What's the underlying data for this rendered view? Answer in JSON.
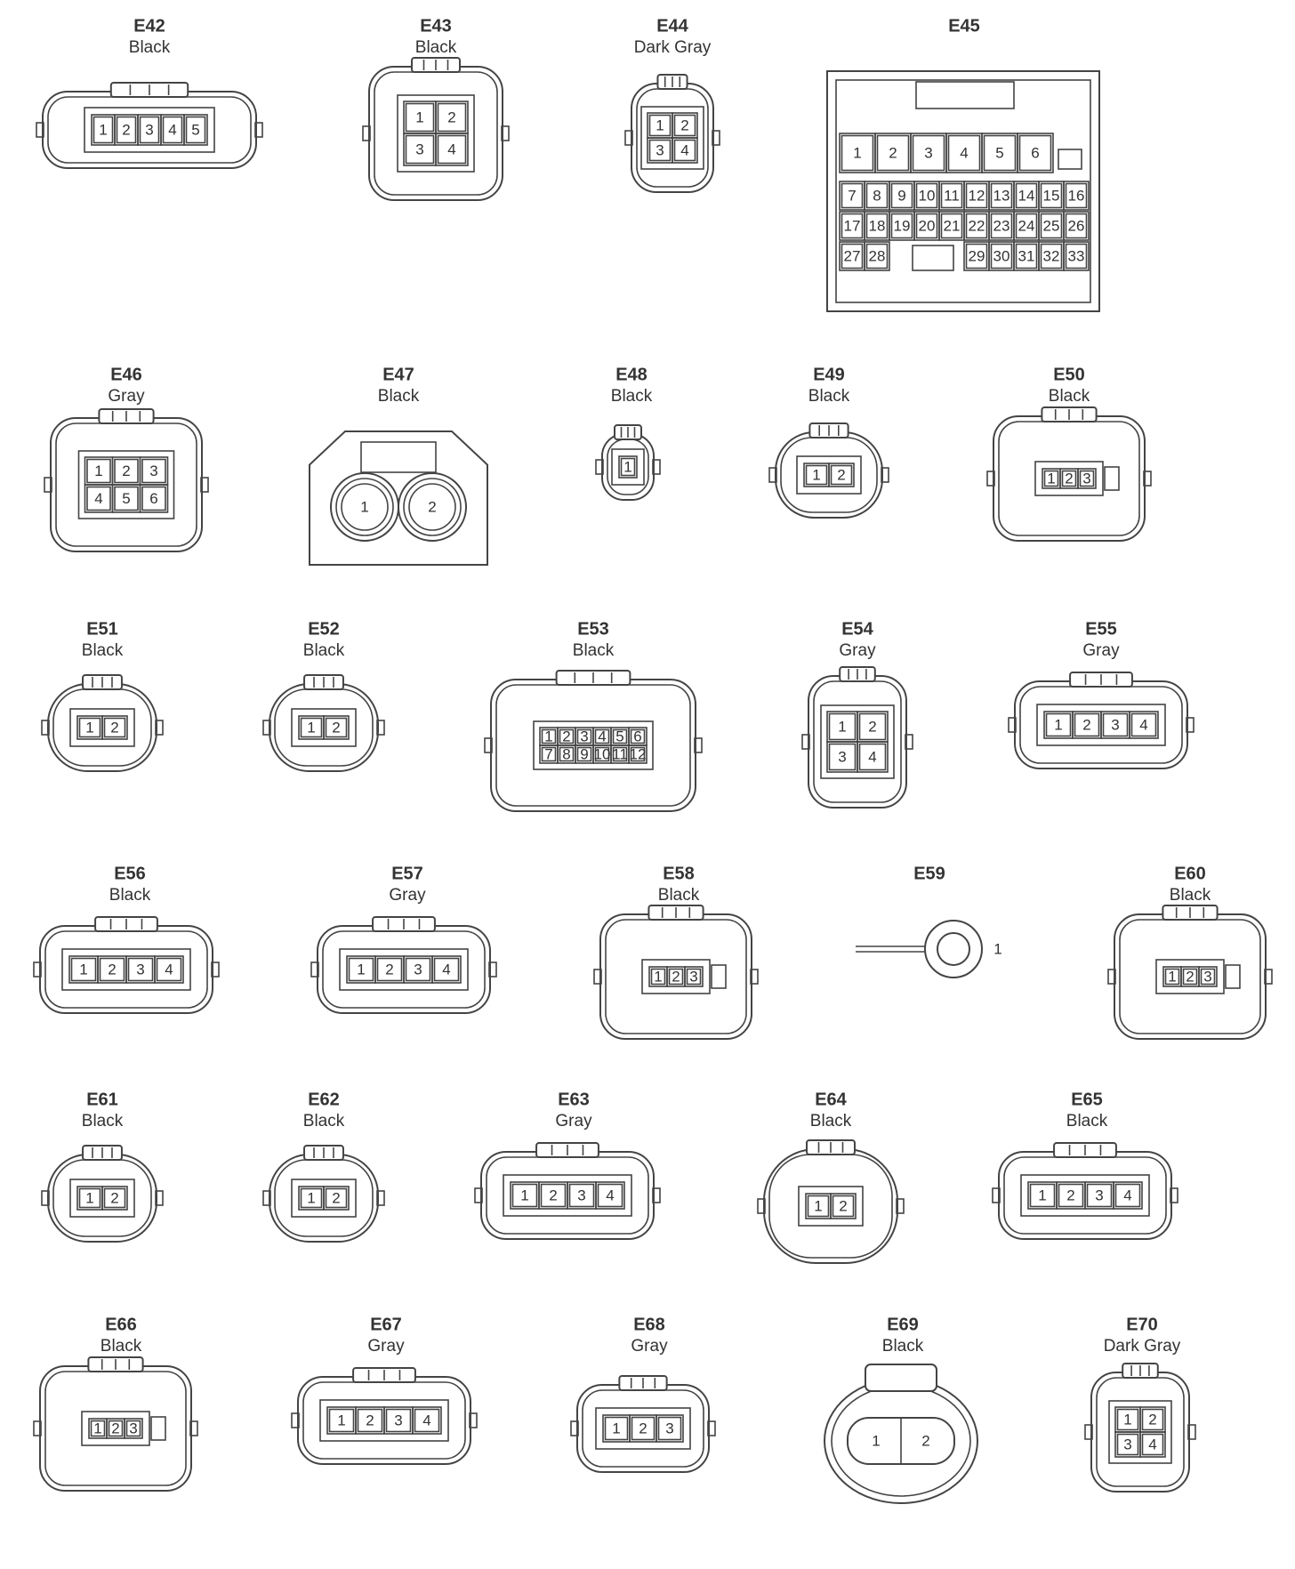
{
  "connectors": [
    {
      "id": "E42",
      "color": "Black",
      "pins": [
        "1",
        "2",
        "3",
        "4",
        "5"
      ]
    },
    {
      "id": "E43",
      "color": "Black",
      "pins": [
        "1",
        "2",
        "3",
        "4"
      ]
    },
    {
      "id": "E44",
      "color": "Dark Gray",
      "pins": [
        "1",
        "2",
        "3",
        "4"
      ]
    },
    {
      "id": "E45",
      "color": "",
      "pins": [
        "1",
        "2",
        "3",
        "4",
        "5",
        "6",
        "7",
        "8",
        "9",
        "10",
        "11",
        "12",
        "13",
        "14",
        "15",
        "16",
        "17",
        "18",
        "19",
        "20",
        "21",
        "22",
        "23",
        "24",
        "25",
        "26",
        "27",
        "28",
        "29",
        "30",
        "31",
        "32",
        "33"
      ]
    },
    {
      "id": "E46",
      "color": "Gray",
      "pins": [
        "1",
        "2",
        "3",
        "4",
        "5",
        "6"
      ]
    },
    {
      "id": "E47",
      "color": "Black",
      "pins": [
        "1",
        "2"
      ]
    },
    {
      "id": "E48",
      "color": "Black",
      "pins": [
        "1"
      ]
    },
    {
      "id": "E49",
      "color": "Black",
      "pins": [
        "1",
        "2"
      ]
    },
    {
      "id": "E50",
      "color": "Black",
      "pins": [
        "1",
        "2",
        "3"
      ]
    },
    {
      "id": "E51",
      "color": "Black",
      "pins": [
        "1",
        "2"
      ]
    },
    {
      "id": "E52",
      "color": "Black",
      "pins": [
        "1",
        "2"
      ]
    },
    {
      "id": "E53",
      "color": "Black",
      "pins": [
        "1",
        "2",
        "3",
        "4",
        "5",
        "6",
        "7",
        "8",
        "9",
        "10",
        "11",
        "12"
      ]
    },
    {
      "id": "E54",
      "color": "Gray",
      "pins": [
        "1",
        "2",
        "3",
        "4"
      ]
    },
    {
      "id": "E55",
      "color": "Gray",
      "pins": [
        "1",
        "2",
        "3",
        "4"
      ]
    },
    {
      "id": "E56",
      "color": "Black",
      "pins": [
        "1",
        "2",
        "3",
        "4"
      ]
    },
    {
      "id": "E57",
      "color": "Gray",
      "pins": [
        "1",
        "2",
        "3",
        "4"
      ]
    },
    {
      "id": "E58",
      "color": "Black",
      "pins": [
        "1",
        "2",
        "3"
      ]
    },
    {
      "id": "E59",
      "color": "",
      "pins": [
        "1"
      ]
    },
    {
      "id": "E60",
      "color": "Black",
      "pins": [
        "1",
        "2",
        "3"
      ]
    },
    {
      "id": "E61",
      "color": "Black",
      "pins": [
        "1",
        "2"
      ]
    },
    {
      "id": "E62",
      "color": "Black",
      "pins": [
        "1",
        "2"
      ]
    },
    {
      "id": "E63",
      "color": "Gray",
      "pins": [
        "1",
        "2",
        "3",
        "4"
      ]
    },
    {
      "id": "E64",
      "color": "Black",
      "pins": [
        "1",
        "2"
      ]
    },
    {
      "id": "E65",
      "color": "Black",
      "pins": [
        "1",
        "2",
        "3",
        "4"
      ]
    },
    {
      "id": "E66",
      "color": "Black",
      "pins": [
        "1",
        "2",
        "3"
      ]
    },
    {
      "id": "E67",
      "color": "Gray",
      "pins": [
        "1",
        "2",
        "3",
        "4"
      ]
    },
    {
      "id": "E68",
      "color": "Gray",
      "pins": [
        "1",
        "2",
        "3"
      ]
    },
    {
      "id": "E69",
      "color": "Black",
      "pins": [
        "1",
        "2"
      ]
    },
    {
      "id": "E70",
      "color": "Dark Gray",
      "pins": [
        "1",
        "2",
        "3",
        "4"
      ]
    }
  ]
}
